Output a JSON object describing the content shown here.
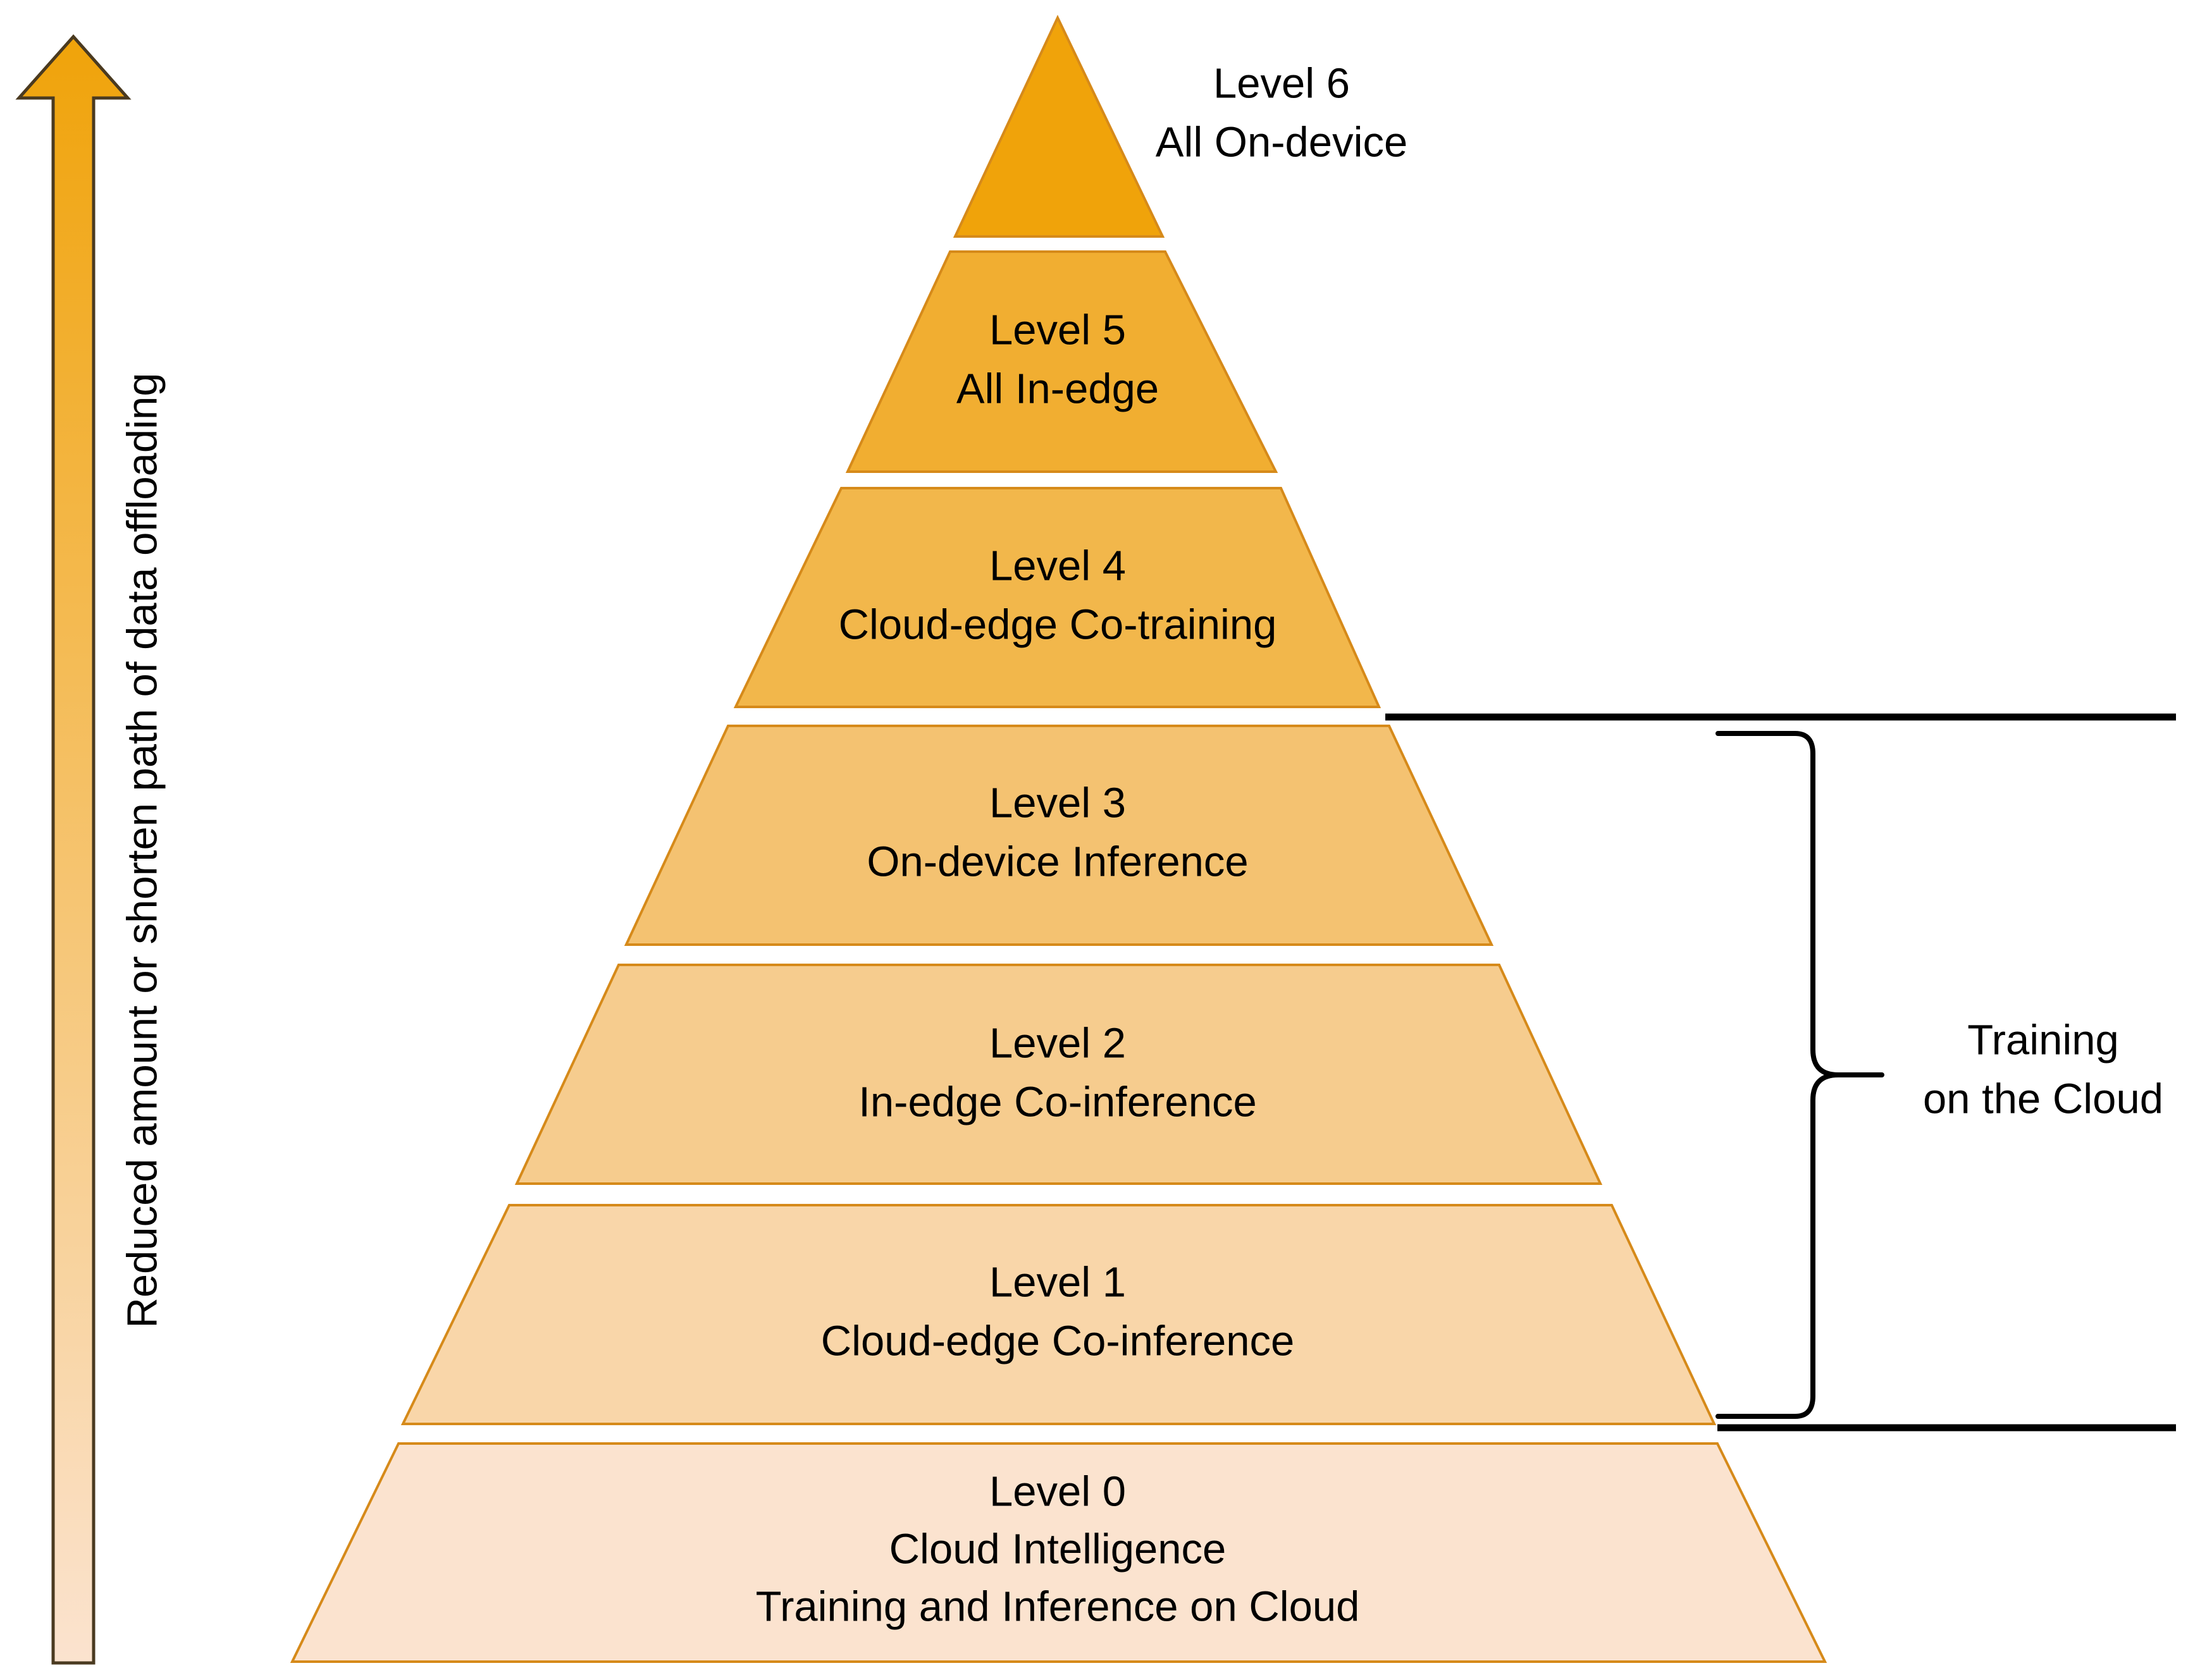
{
  "axis": {
    "label": "Reduced amount or shorten path of data offloading",
    "direction": "up",
    "gradient_top": "#F0A30A",
    "gradient_bottom": "#FBE3CF"
  },
  "levels": [
    {
      "id": "level-6",
      "title": "Level 6",
      "lines": [
        "All On-device"
      ],
      "fill": "#F0A30A"
    },
    {
      "id": "level-5",
      "title": "Level 5",
      "lines": [
        "All In-edge"
      ],
      "fill": "#F1AE31"
    },
    {
      "id": "level-4",
      "title": "Level 4",
      "lines": [
        "Cloud-edge Co-training"
      ],
      "fill": "#F2B74B"
    },
    {
      "id": "level-3",
      "title": "Level 3",
      "lines": [
        "On-device Inference"
      ],
      "fill": "#F4C271"
    },
    {
      "id": "level-2",
      "title": "Level 2",
      "lines": [
        "In-edge Co-inference"
      ],
      "fill": "#F6CC8E"
    },
    {
      "id": "level-1",
      "title": "Level 1",
      "lines": [
        "Cloud-edge Co-inference"
      ],
      "fill": "#F9D6A9"
    },
    {
      "id": "level-0",
      "title": "Level 0",
      "lines": [
        "Cloud Intelligence",
        "Training and Inference on Cloud"
      ],
      "fill": "#FBE3CF"
    }
  ],
  "bracket": {
    "label_line1": "Training",
    "label_line2": "on the Cloud",
    "spans": [
      "Level 3",
      "Level 2",
      "Level 1"
    ]
  },
  "colors": {
    "outline": "#D68A1A",
    "ink": "#000000"
  }
}
